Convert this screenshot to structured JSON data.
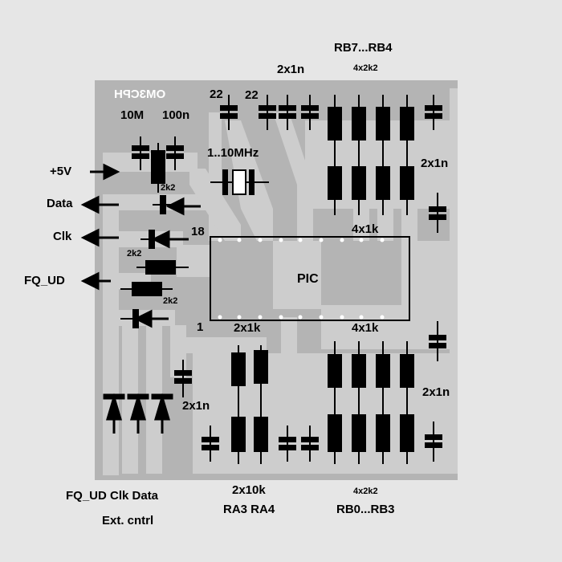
{
  "board": {
    "mirrored_label": "OM3CPH",
    "pic_label": "PIC",
    "pin_1": "1",
    "pin_18": "18"
  },
  "components": {
    "c_22_left": "22",
    "c_22_right": "22",
    "c_2x1n_top": "2x1n",
    "r_rb7_rb4": "RB7...RB4",
    "r_4x2k2_top": "4x2k2",
    "r_10m": "10M",
    "c_100n": "100n",
    "crystal": "1..10MHz",
    "c_2x1n_right_top": "2x1n",
    "r_2k2_data": "2k2",
    "r_4x1k_top": "4x1k",
    "r_2k2_fq_a": "2k2",
    "r_2k2_fq_b": "2k2",
    "r_2x1k": "2x1k",
    "r_4x1k_bottom": "4x1k",
    "c_2x1n_right_bottom": "2x1n",
    "c_2x1n_bottom_left": "2x1n",
    "r_2x10k": "2x10k",
    "ra_pins": "RA3 RA4",
    "r_4x2k2_bottom": "4x2k2",
    "r_rb0_rb3": "RB0...RB3"
  },
  "signals": {
    "plus5v": "+5V",
    "data": "Data",
    "clk": "Clk",
    "fq_ud": "FQ_UD"
  },
  "ext": {
    "pins": "FQ_UD Clk  Data",
    "caption": "Ext. cntrl"
  }
}
